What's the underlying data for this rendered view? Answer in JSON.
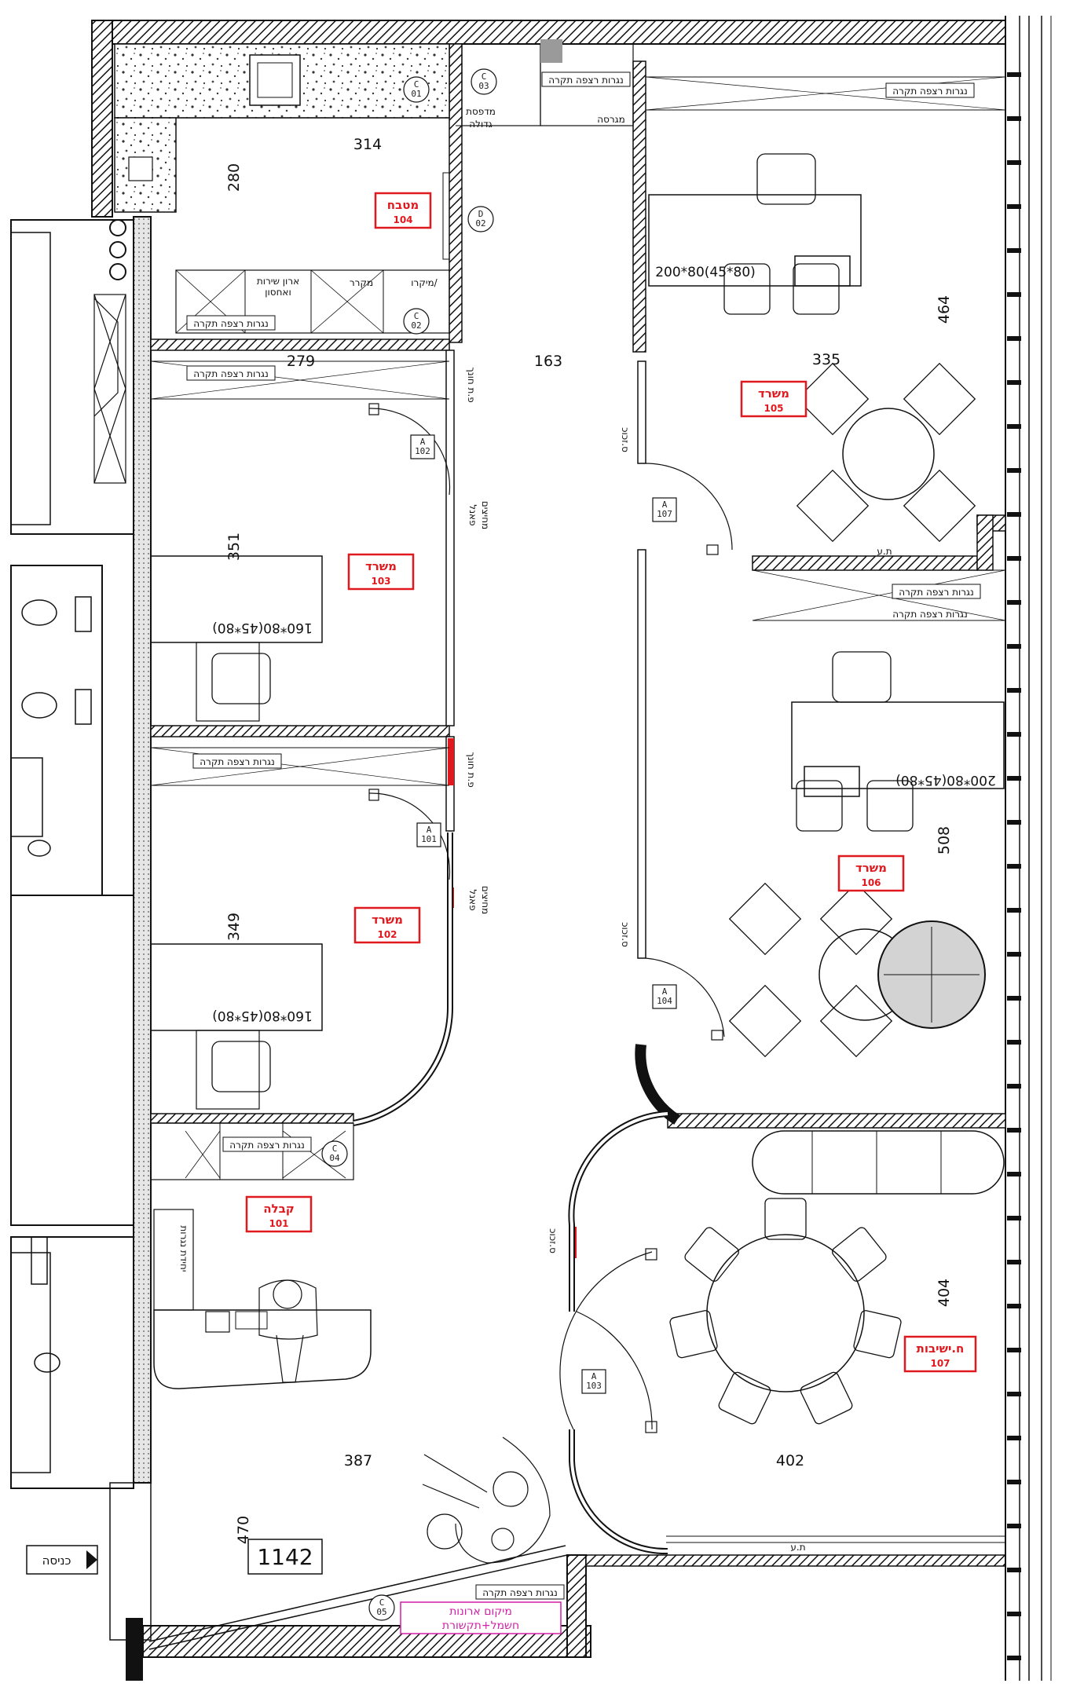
{
  "rooms": [
    {
      "id": "room-104",
      "name": "מטבח",
      "number": "104"
    },
    {
      "id": "room-103",
      "name": "משרד",
      "number": "103"
    },
    {
      "id": "room-102",
      "name": "משרד",
      "number": "102"
    },
    {
      "id": "room-101",
      "name": "קבלה",
      "number": "101"
    },
    {
      "id": "room-105",
      "name": "משרד",
      "number": "105"
    },
    {
      "id": "room-106",
      "name": "משרד",
      "number": "106"
    },
    {
      "id": "room-107",
      "name": "ח.ישיבות",
      "number": "107"
    }
  ],
  "dimensions": {
    "d314": "314",
    "d280": "280",
    "d279": "279",
    "d163": "163",
    "d335": "335",
    "d464": "464",
    "d351": "351",
    "d349": "349",
    "d508": "508",
    "d404": "404",
    "d387": "387",
    "d402": "402",
    "d470": "470"
  },
  "total_area": "1142",
  "desk_sizes": {
    "desk103": "160*80(45*80)",
    "desk102": "160*80(45*80)",
    "desk105": "200*80(45*80)",
    "desk106": "200*80(45*80)"
  },
  "notes": {
    "ceiling_1": "נגרות רצפה תקרה",
    "ceiling_2": "נגרות רצפה תקרה",
    "ceiling_3": "נגרות רצפה תקרה",
    "ceiling_4": "נגרות רצפה תקרה",
    "ceiling_5": "נגרות רצפה תקרה",
    "ceiling_6": "נגרות רצפה תקרה",
    "ceiling_7": "נגרות רצפה תקרה",
    "ceiling_8": "נגרות רצפה תקרה",
    "ceiling_9": "נגרות רצפה תקרה",
    "shredder": "מגרסה",
    "printer_1": "מדפסת",
    "printer_2": "גדולה",
    "wardrobe_1": "ארון שירות",
    "wardrobe_2": "ואחסון",
    "fridge": "מקרר",
    "microwave": "מיקרו/",
    "coat_103": "פ.ת חונך",
    "coat_102": "פ.ת חונך",
    "panel_103_1": "פאנל",
    "panel_103_2": "מחיצים",
    "panel_102_1": "פאנל",
    "panel_102_2": "מחיצים",
    "glass_1": "ס.זכוכ",
    "glass_2": "ס.זכוכ",
    "glass_3": "ס.זכוכ",
    "reception_unit": "יחידת נגרות",
    "entrance": "כניסה",
    "electric_1": "מיקום ארונות",
    "electric_2": "חשמל+תקשורת",
    "tv_1": "ת.ע",
    "tv_2": "ת.ע"
  },
  "tags": {
    "c01": "C",
    "n01": "01",
    "c03": "C",
    "n03": "03",
    "c02": "C",
    "n02": "02",
    "d02": "D",
    "nd02": "02",
    "c04": "C",
    "n04": "04",
    "c05": "C",
    "n05": "05",
    "a102": "A",
    "na102": "102",
    "a101": "A",
    "na101": "101",
    "a107": "A",
    "na107": "107",
    "a104": "A",
    "na104": "104",
    "a103": "A",
    "na103": "103"
  },
  "colors": {
    "wall": "#111111",
    "room_label": "#e0191e",
    "electric_label": "#d21fa6",
    "kitchen_fill": "#cfcfcf"
  }
}
